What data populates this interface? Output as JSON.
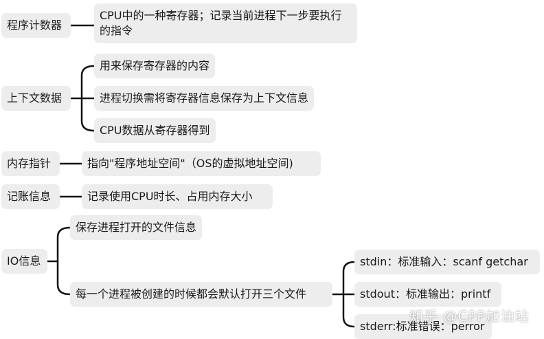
{
  "nodes": {
    "pc": "程序计数器",
    "pc_desc": "CPU中的一种寄存器；记录当前进程下一步要执行的指令",
    "context": "上下文数据",
    "ctx_1": "用来保存寄存器的内容",
    "ctx_2": "进程切换需将寄存器信息保存为上下文信息",
    "ctx_3": "CPU数据从寄存器得到",
    "mem": "内存指针",
    "mem_desc": "指向\"程序地址空间\"（OS的虚拟地址空间)",
    "acct": "记账信息",
    "acct_desc": "记录使用CPU时长、占用内存大小",
    "io": "IO信息",
    "io_1": "保存进程打开的文件信息",
    "io_2": "每一个进程被创建的时候都会默认打开三个文件",
    "stdin": "stdin：标准输入：scanf getchar",
    "stdout": "stdout：标准输出：printf",
    "stderr": "stderr:标准错误：perror"
  },
  "watermark": "知乎 @CPP加油站",
  "colors": {
    "node_bg": "#ededed",
    "line": "#111111",
    "text": "#1a1a1a"
  }
}
